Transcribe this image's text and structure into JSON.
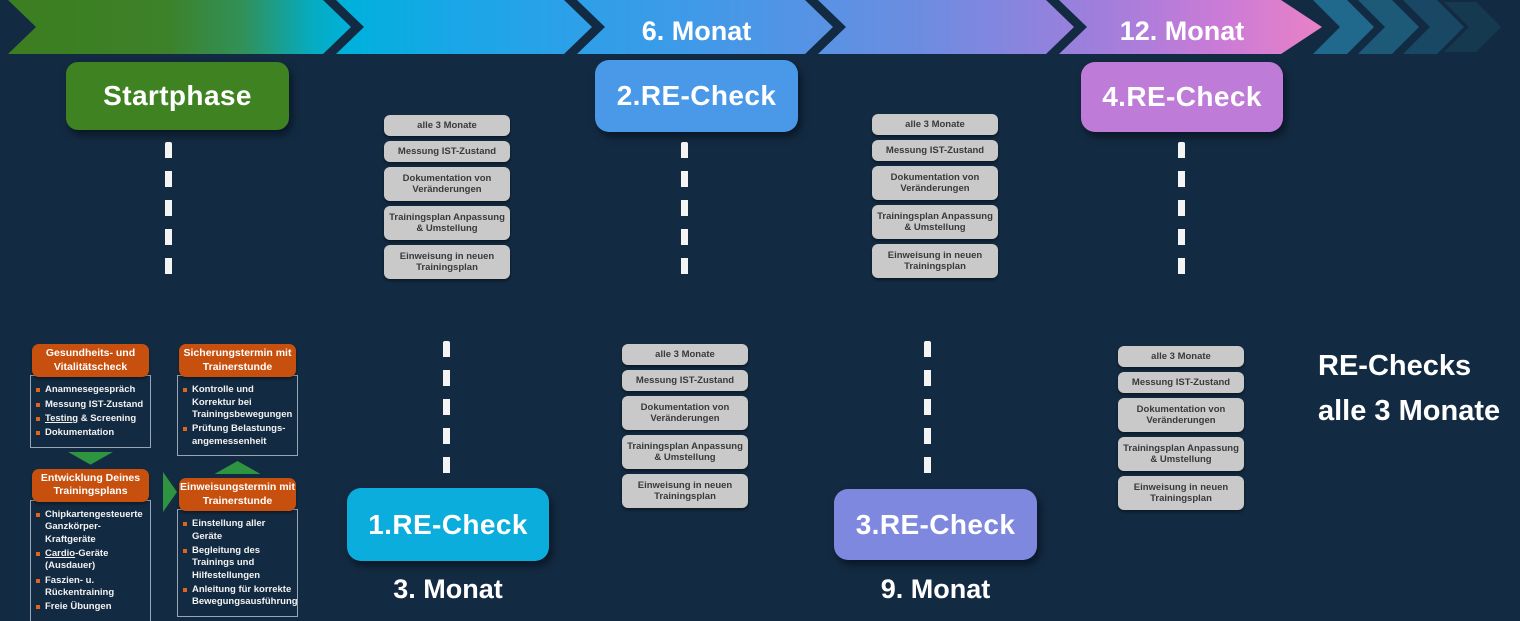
{
  "colors": {
    "background": "#132b42",
    "startphase_green": "#3e8222",
    "recheck1_cyan": "#0baddc",
    "recheck2_blue": "#4999e8",
    "recheck3_periwinkle": "#7f88df",
    "recheck4_orchid": "#bf7bd8",
    "program_header_orange": "#c8500f",
    "step_box_gray": "#c9c9c9",
    "flow_arrow_green": "#2e9440"
  },
  "phases": {
    "start": {
      "label": "Startphase"
    },
    "recheck1": {
      "label": "1.RE-Check",
      "month": "3. Monat"
    },
    "recheck2": {
      "label": "2.RE-Check",
      "month": "6. Monat"
    },
    "recheck3": {
      "label": "3.RE-Check",
      "month": "9. Monat"
    },
    "recheck4": {
      "label": "4.RE-Check",
      "month": "12. Monat"
    }
  },
  "footer": {
    "line1": "RE-Checks",
    "line2": "alle 3 Monate"
  },
  "recheck_steps": [
    "alle 3 Monate",
    "Messung IST-Zustand",
    "Dokumentation von Veränderungen",
    "Trainingsplan Anpassung & Umstellung",
    "Einweisung in neuen Trainingsplan"
  ],
  "program": {
    "gesundheitscheck": {
      "title": "Gesundheits- und Vitalitätscheck",
      "items": [
        "Anamnesegespräch",
        "Messung IST-Zustand",
        {
          "u": "Testing",
          "rest": " & Screening"
        },
        "Dokumentation"
      ]
    },
    "trainingsplan": {
      "title": "Entwicklung Deines Trainingsplans",
      "items": [
        "Chipkartengesteuerte Ganzkörper-Kraftgeräte",
        {
          "u": "Cardio",
          "rest": "-Geräte (Ausdauer)"
        },
        "Faszien- u. Rückentraining",
        "Freie Übungen"
      ]
    },
    "sicherungstermin": {
      "title": "Sicherungstermin mit Trainerstunde",
      "items": [
        "Kontrolle und Korrektur bei Trainingsbewegungen",
        "Prüfung Belastungs-angemessenheit"
      ]
    },
    "einweisungstermin": {
      "title": "Einweisungstermin mit Trainerstunde",
      "items": [
        "Einstellung aller Geräte",
        "Begleitung des Trainings und Hilfestellungen",
        "Anleitung für korrekte Bewegungsausführung"
      ]
    }
  }
}
